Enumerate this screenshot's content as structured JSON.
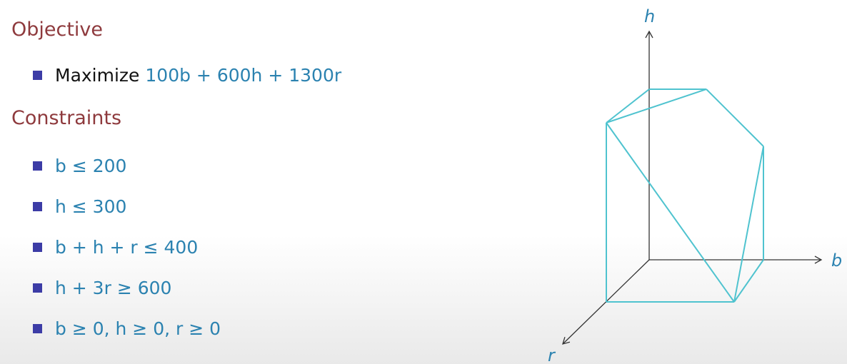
{
  "objective": {
    "heading": "Objective",
    "prefix": "Maximize",
    "expression": "100b + 600h + 1300r"
  },
  "constraints": {
    "heading": "Constraints",
    "items": [
      "b ≤ 200",
      "h ≤ 300",
      "b + h + r ≤ 400",
      "h + 3r ≥ 600",
      "b ≥ 0, h ≥ 0, r ≥ 0"
    ]
  },
  "diagram": {
    "axis_labels": {
      "h": "h",
      "b": "b",
      "r": "r"
    },
    "colors": {
      "polytope": "#4fc3cf",
      "axis": "#333333",
      "label": "#2b82b0"
    }
  }
}
